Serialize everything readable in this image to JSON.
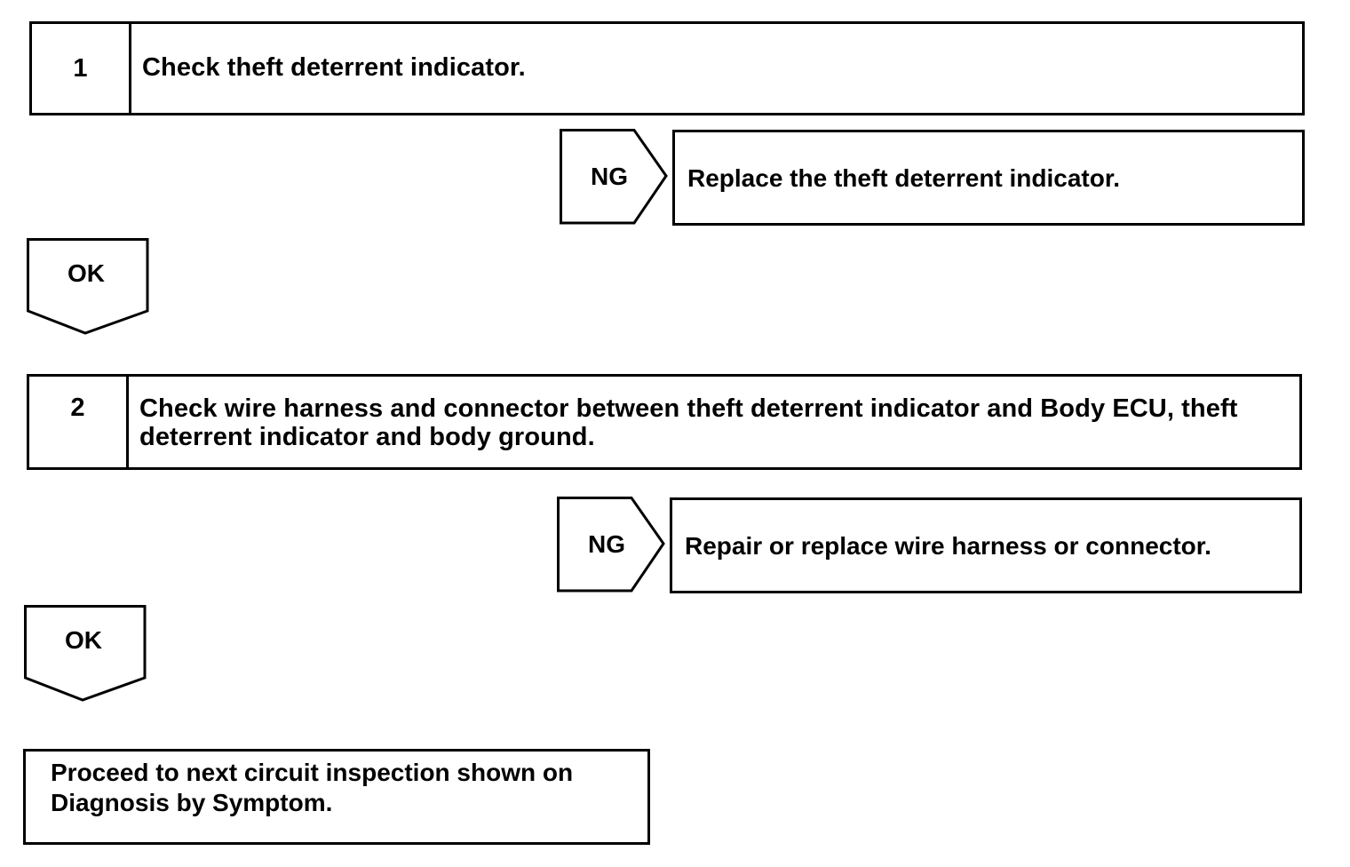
{
  "steps": [
    {
      "number": "1",
      "text": "Check theft deterrent indicator.",
      "ng_label": "NG",
      "ng_action": "Replace the theft deterrent indicator.",
      "ok_label": "OK"
    },
    {
      "number": "2",
      "text": "Check wire harness and connector between theft deterrent indicator and Body ECU, theft deterrent indicator and body ground.",
      "ng_label": "NG",
      "ng_action": "Repair or replace wire harness or connector.",
      "ok_label": "OK"
    }
  ],
  "final": {
    "text": "Proceed to next circuit inspection shown on Diagnosis by Symptom."
  }
}
